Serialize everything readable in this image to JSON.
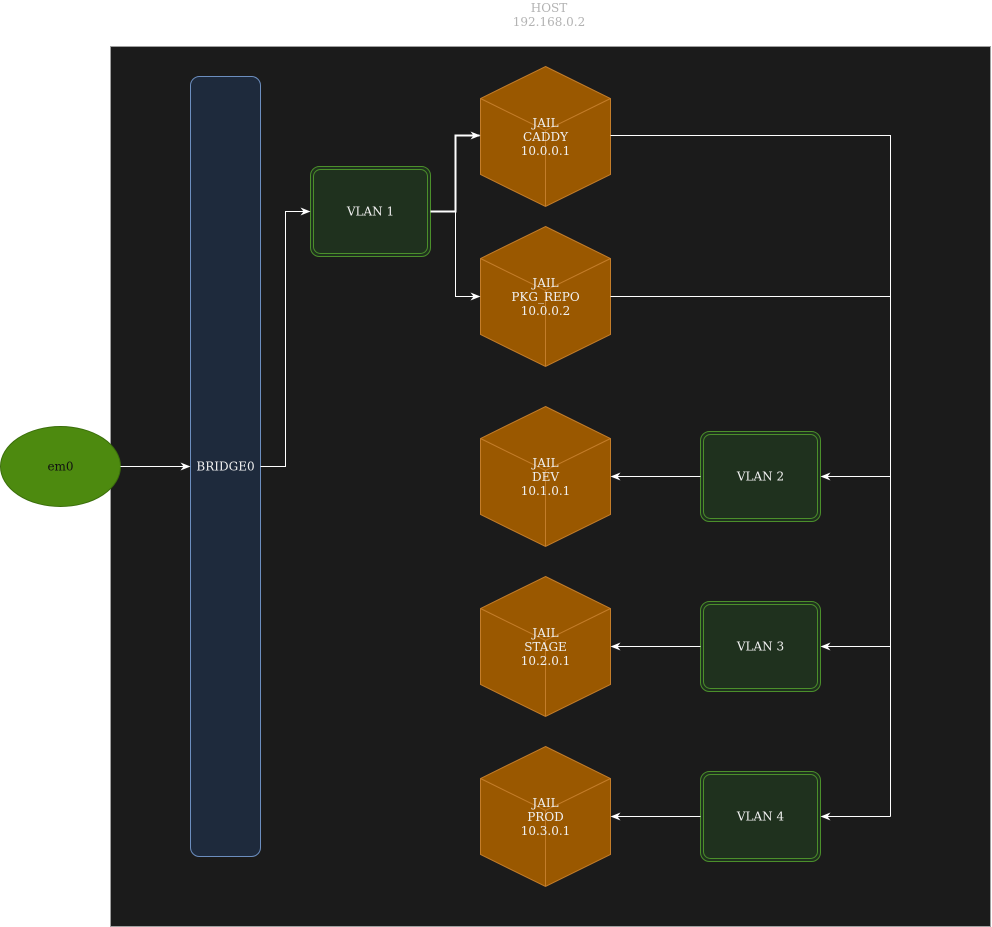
{
  "host": {
    "title": "HOST",
    "ip": "192.168.0.2"
  },
  "interface": {
    "label": "em0"
  },
  "bridge": {
    "label": "BRIDGE0"
  },
  "vlans": [
    {
      "label": "VLAN 1"
    },
    {
      "label": "VLAN 2"
    },
    {
      "label": "VLAN 3"
    },
    {
      "label": "VLAN 4"
    }
  ],
  "jails": [
    {
      "type": "JAIL",
      "name": "CADDY",
      "ip": "10.0.0.1"
    },
    {
      "type": "JAIL",
      "name": "PKG_REPO",
      "ip": "10.0.0.2"
    },
    {
      "type": "JAIL",
      "name": "DEV",
      "ip": "10.1.0.1"
    },
    {
      "type": "JAIL",
      "name": "STAGE",
      "ip": "10.2.0.1"
    },
    {
      "type": "JAIL",
      "name": "PROD",
      "ip": "10.3.0.1"
    }
  ],
  "colors": {
    "host_bg": "#1b1b1b",
    "host_border": "#a0a0a0",
    "host_label": "#b3b3b3",
    "interface_fill": "#4d8a0f",
    "interface_text": "#111111",
    "bridge_fill": "#1e2a3c",
    "bridge_stroke": "#6c8ebf",
    "vlan_fill": "#1f311e",
    "vlan_stroke": "#4b8f2b",
    "jail_fill": "#9a5800",
    "jail_edge": "#c37d2a",
    "connector": "#ffffff",
    "text": "#f0f0f0"
  },
  "icons": [
    "jail-cube-icon",
    "arrow-icon"
  ]
}
